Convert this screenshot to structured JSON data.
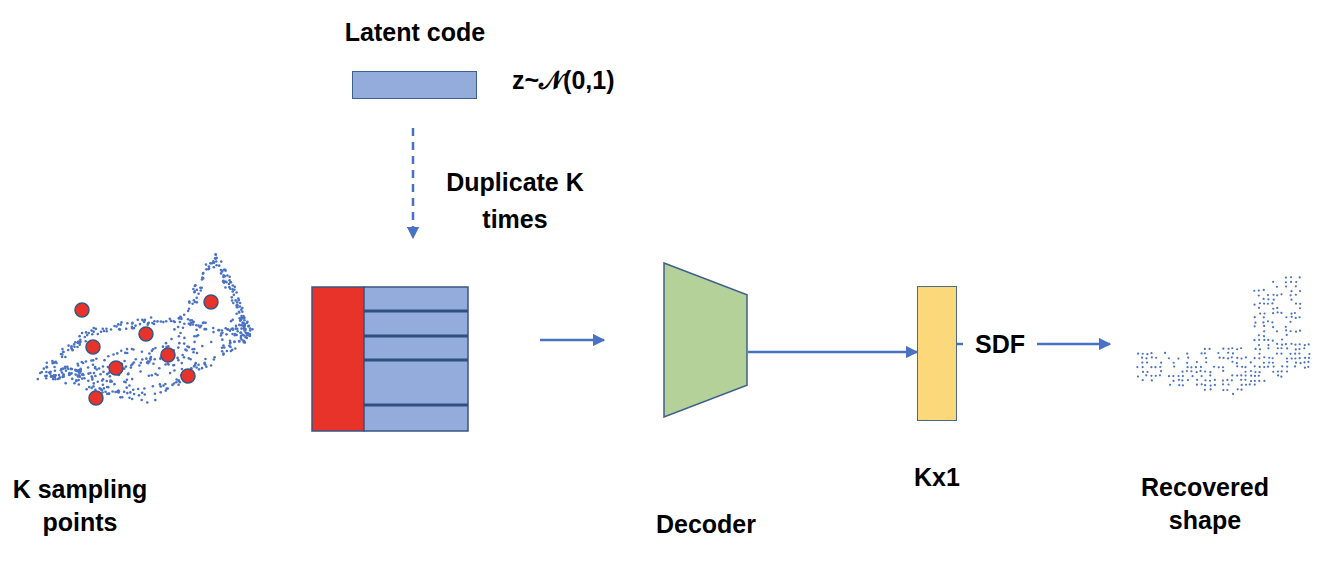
{
  "diagram": {
    "nodes": [
      {
        "text": [
          "Latent code"
        ]
      },
      {
        "text": [
          "K sampling points"
        ]
      },
      {
        "text": [
          "Decoder"
        ]
      },
      {
        "text": [
          "Kx1"
        ]
      },
      {
        "text": [
          "Recovered shape"
        ]
      }
    ],
    "edges": [
      {
        "from": 2,
        "to": 3,
        "arrow": "to"
      },
      {
        "from": 3,
        "to": 4,
        "label": "SDF",
        "arrow": "to"
      }
    ],
    "labels": [
      "z~𝒩(0,1)",
      "Duplicate K times"
    ]
  }
}
